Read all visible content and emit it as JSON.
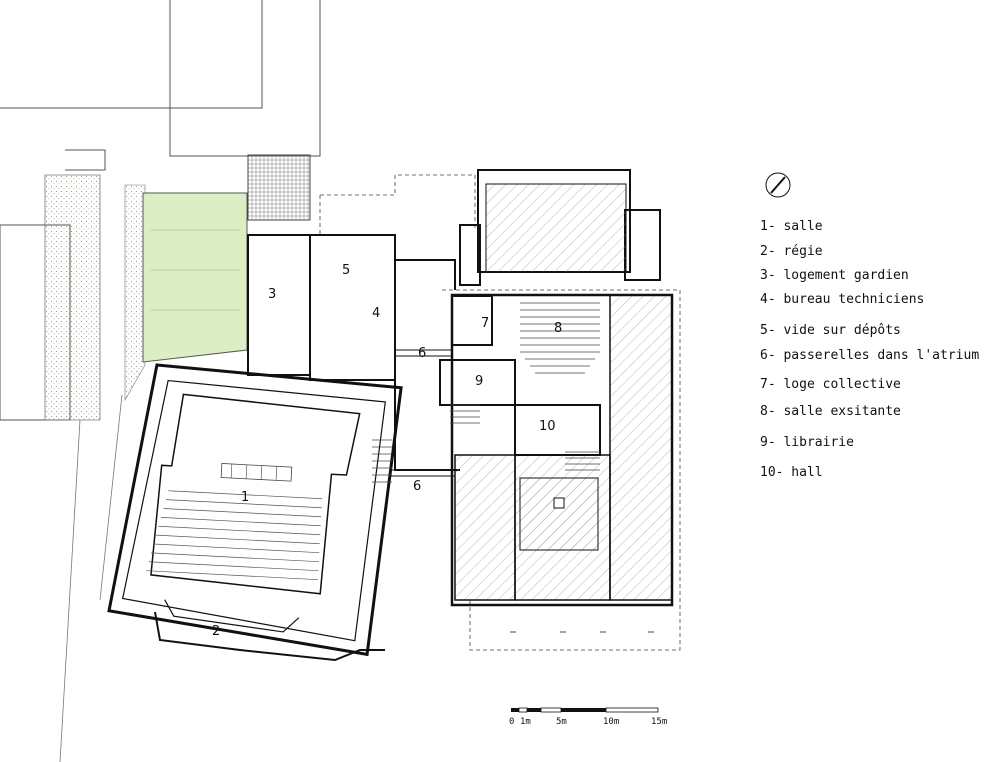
{
  "legend": [
    {
      "num": "1",
      "text": "1- salle"
    },
    {
      "num": "2",
      "text": "2- régie"
    },
    {
      "num": "3",
      "text": "3- logement gardien"
    },
    {
      "num": "4",
      "text": "4- bureau techniciens"
    },
    {
      "num": "5",
      "text": "5- vide sur dépôts"
    },
    {
      "num": "6",
      "text": "6- passerelles dans l'atrium"
    },
    {
      "num": "7",
      "text": "7- loge collective"
    },
    {
      "num": "8",
      "text": "8- salle exsitante"
    },
    {
      "num": "9",
      "text": "9- librairie"
    },
    {
      "num": "10",
      "text": "10- hall"
    }
  ],
  "rooms": {
    "r1": "1",
    "r2": "2",
    "r3": "3",
    "r4": "4",
    "r5": "5",
    "r6a": "6",
    "r6b": "6",
    "r7": "7",
    "r8": "8",
    "r9": "9",
    "r10": "10"
  },
  "scale_bar": {
    "labels": [
      "0",
      "1m",
      "5m",
      "10m",
      "15m"
    ]
  },
  "icons": {
    "north": "north-arrow-icon"
  },
  "colors": {
    "lawn": "#dcefc4",
    "line": "#111111"
  }
}
